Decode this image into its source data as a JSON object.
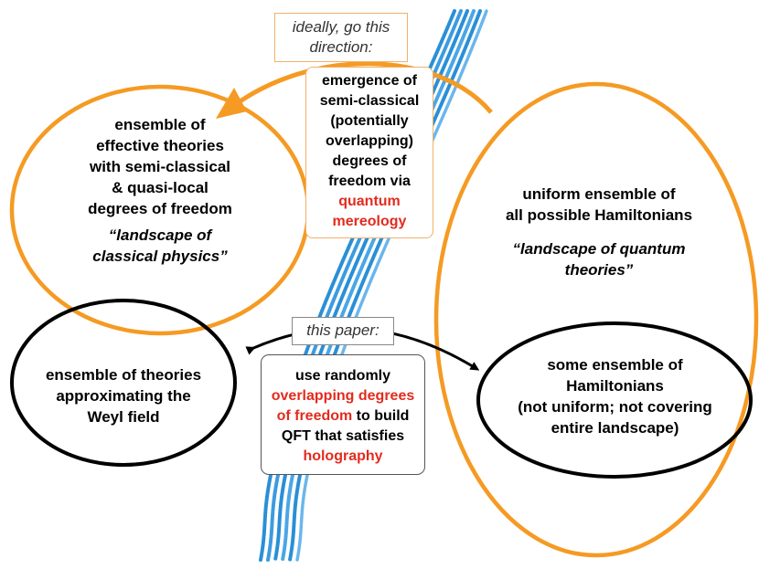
{
  "colors": {
    "orange": "#f59a23",
    "black": "#000000",
    "red": "#e32b1e",
    "blue": "#2a8fd6",
    "box_gray": "#888888"
  },
  "direction_box": {
    "line1": "ideally, go this",
    "line2": "direction:"
  },
  "emergence_box": {
    "lines": [
      "emergence of",
      "semi-classical",
      "(potentially",
      "overlapping)",
      "degrees of",
      "freedom via"
    ],
    "red_lines": [
      "quantum",
      "mereology"
    ]
  },
  "left_orange_ellipse": {
    "lines": [
      "ensemble of",
      "effective theories",
      "with semi-classical",
      "& quasi-local",
      "degrees of freedom"
    ],
    "quote_line1": "“landscape of",
    "quote_line2": "classical physics”"
  },
  "right_orange_ellipse": {
    "line1": "uniform ensemble of",
    "line2": "all possible Hamiltonians",
    "quote_line1": "“landscape of quantum",
    "quote_line2": "theories”"
  },
  "left_black_ellipse": {
    "lines": [
      "ensemble of theories",
      "approximating the",
      "Weyl field"
    ]
  },
  "right_black_ellipse": {
    "lines": [
      "some ensemble of",
      "Hamiltonians",
      "(not uniform; not covering",
      "entire landscape)"
    ]
  },
  "paper_box": {
    "label": "this paper:",
    "line1": "use randomly",
    "red1": "overlapping degrees",
    "red2": "of freedom",
    "after_red2": " to build",
    "line4": "QFT that satisfies",
    "red3": "holography"
  }
}
